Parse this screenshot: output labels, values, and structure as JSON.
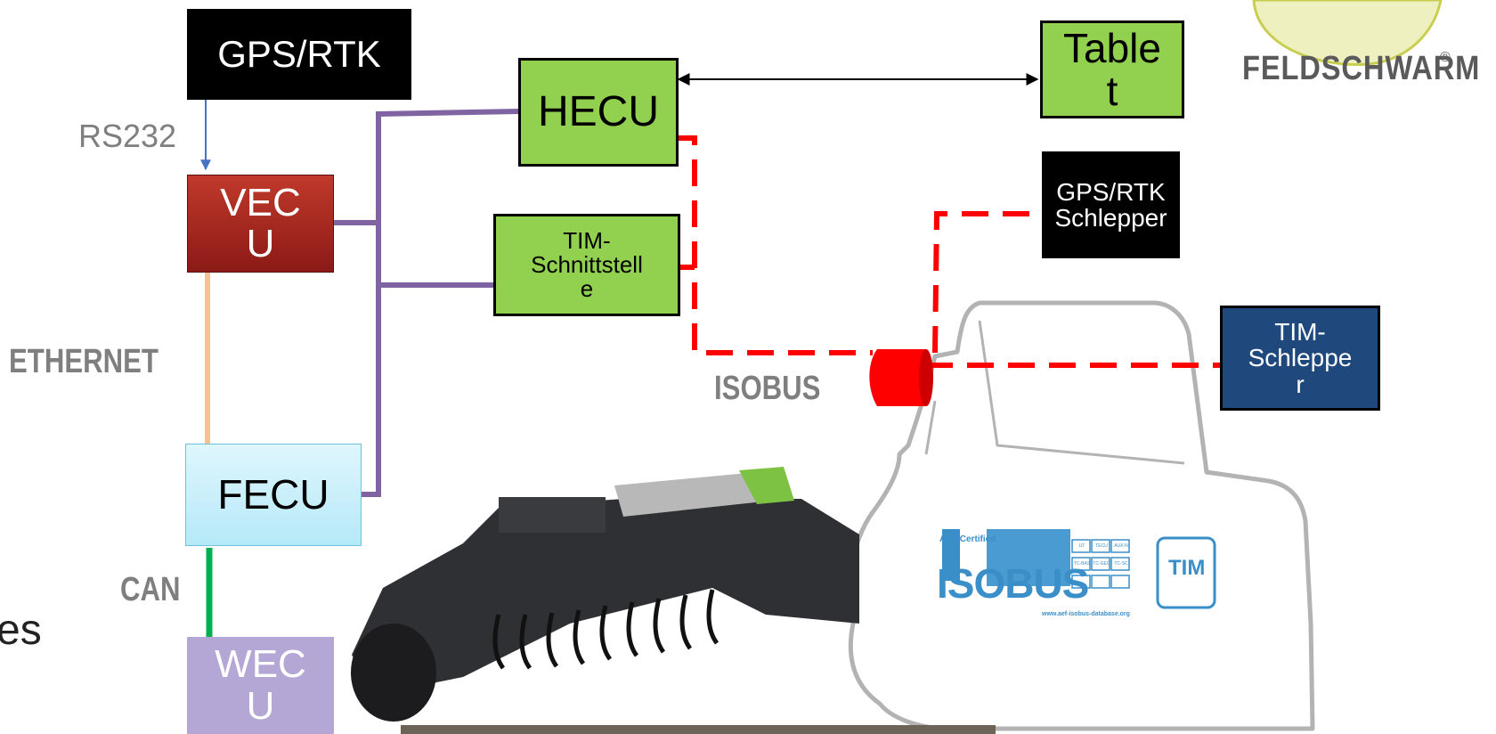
{
  "nodes": {
    "gps_rtk": "GPS/RTK",
    "hecu": "HECU",
    "tablet": "Table\nt",
    "vecu": "VEC\nU",
    "tim_schnittstelle": "TIM-\nSchnittstell\ne",
    "gps_rtk_schlepper": "GPS/RTK\nSchlepper",
    "tim_schlepper": "TIM-\nSchleppe\nr",
    "fecu": "FECU",
    "wecu": "WEC\nU"
  },
  "labels": {
    "rs232": "RS232",
    "ethernet": "ETHERNET",
    "isobus": "ISOBUS",
    "can": "CAN",
    "partial_text": "es"
  },
  "logo": {
    "text": "FELDSCHWARM",
    "mark": "®"
  },
  "decal": {
    "aef_certified": "AEF Certified",
    "isobus": "ISOBUS",
    "tim": "TIM",
    "url": "www.aef-isobus-database.org",
    "function_tags": [
      "UT",
      "TECU",
      "AUX-N",
      "TC-BAS",
      "TC-GEO",
      "TC-SC"
    ]
  },
  "colors": {
    "green": "#92d050",
    "red_box": "#c0392b",
    "navy": "#1f497d",
    "cyan": "#b5e9f8",
    "lilac": "#b4a7d6",
    "bus_purple": "#8064a2",
    "isobus_red": "#ff0000",
    "ethernet_peach": "#fac090",
    "can_green": "#00b050",
    "rs232_blue": "#4472c4"
  }
}
